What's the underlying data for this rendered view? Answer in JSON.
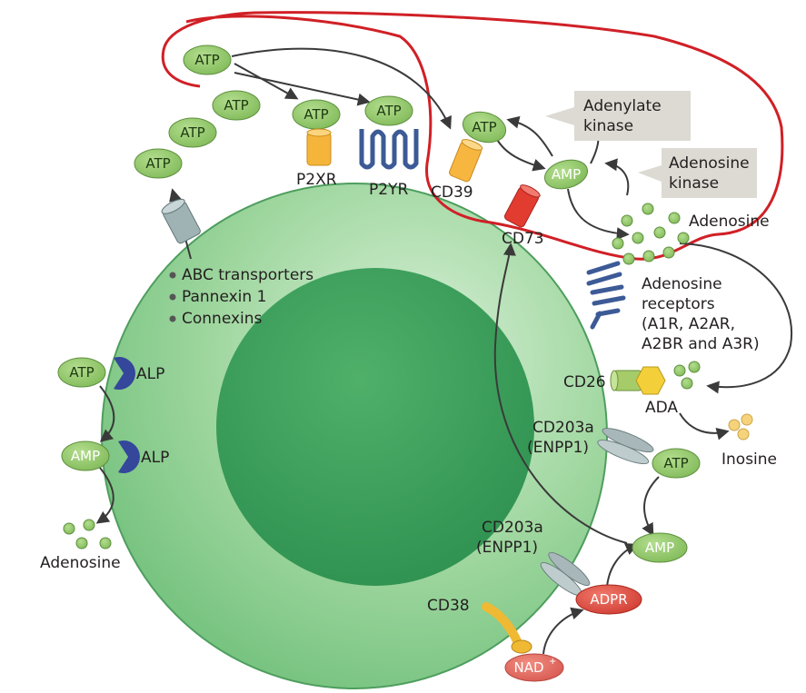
{
  "colors": {
    "cell": "#8fcf8f",
    "nucleus": "#3ea35a",
    "molecule_green": "#8fc563",
    "molecule_red": "#d9463c",
    "enzyme_box": "#dcdad2",
    "highlight_outline": "#d02026",
    "arrow": "#3a3a3a",
    "receptor_blue": "#3c5a96",
    "p2x_orange": "#f5b53a",
    "cd73_red": "#e23b30",
    "cd26_green": "#a6cc6a",
    "ada_yellow": "#f3d03a",
    "inosine_yellow": "#f6d37a",
    "alp_navy": "#34479a",
    "enpp_grey": "#a8b7b9",
    "cd38_yellow": "#f0b933"
  },
  "molecules": {
    "atp": "ATP",
    "amp": "AMP",
    "adpr": "ADPR",
    "nad": "NAD",
    "nad_sup": "+",
    "adenosine": "Adenosine",
    "inosine": "Inosine"
  },
  "enzymes": {
    "adenylate_kinase": [
      "Adenylate",
      "kinase"
    ],
    "adenosine_kinase": [
      "Adenosine",
      "kinase"
    ]
  },
  "labels": {
    "p2xr": "P2XR",
    "p2yr": "P2YR",
    "cd39": "CD39",
    "cd73": "CD73",
    "cd26": "CD26",
    "ada": "ADA",
    "alp": "ALP",
    "cd38": "CD38",
    "cd203a": [
      "CD203a",
      "(ENPP1)"
    ],
    "adenosine_receptors": [
      "Adenosine",
      "receptors",
      "(A1R, A2AR,",
      "A2BR and A3R)"
    ],
    "transporters": [
      "ABC transporters",
      "Pannexin 1",
      "Connexins"
    ]
  },
  "icons": [
    "channel-icon",
    "p2x-receptor-icon",
    "gpcr-receptor-icon",
    "cd39-icon",
    "cd73-icon",
    "cd26-icon",
    "alp-icon",
    "enpp1-icon",
    "cd38-icon"
  ]
}
